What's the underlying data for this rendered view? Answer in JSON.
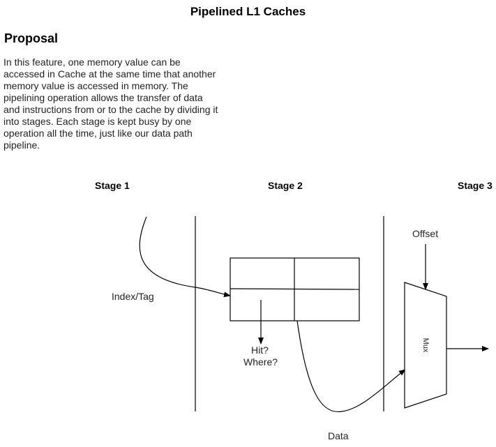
{
  "page": {
    "title": "Pipelined L1 Caches",
    "section_heading": "Proposal",
    "intro_lines": [
      "In this feature, one memory value can be",
      "accessed in Cache at the same time that another",
      "memory value is accessed in memory. The",
      "pipelining operation allows the transfer of data",
      "and instructions from or to the cache by dividing it",
      "into stages. Each stage is kept busy by one",
      "operation all the time, just like our data path",
      "pipeline."
    ]
  },
  "diagram": {
    "stages": [
      "Stage 1",
      "Stage 2",
      "Stage 3"
    ],
    "labels": {
      "index_tag": "Index/Tag",
      "hit": "Hit?",
      "where": "Where?",
      "offset": "Offset",
      "mux": "Mux",
      "data": "Data"
    },
    "colors": {
      "stroke": "#000000",
      "text": "#222222"
    }
  }
}
